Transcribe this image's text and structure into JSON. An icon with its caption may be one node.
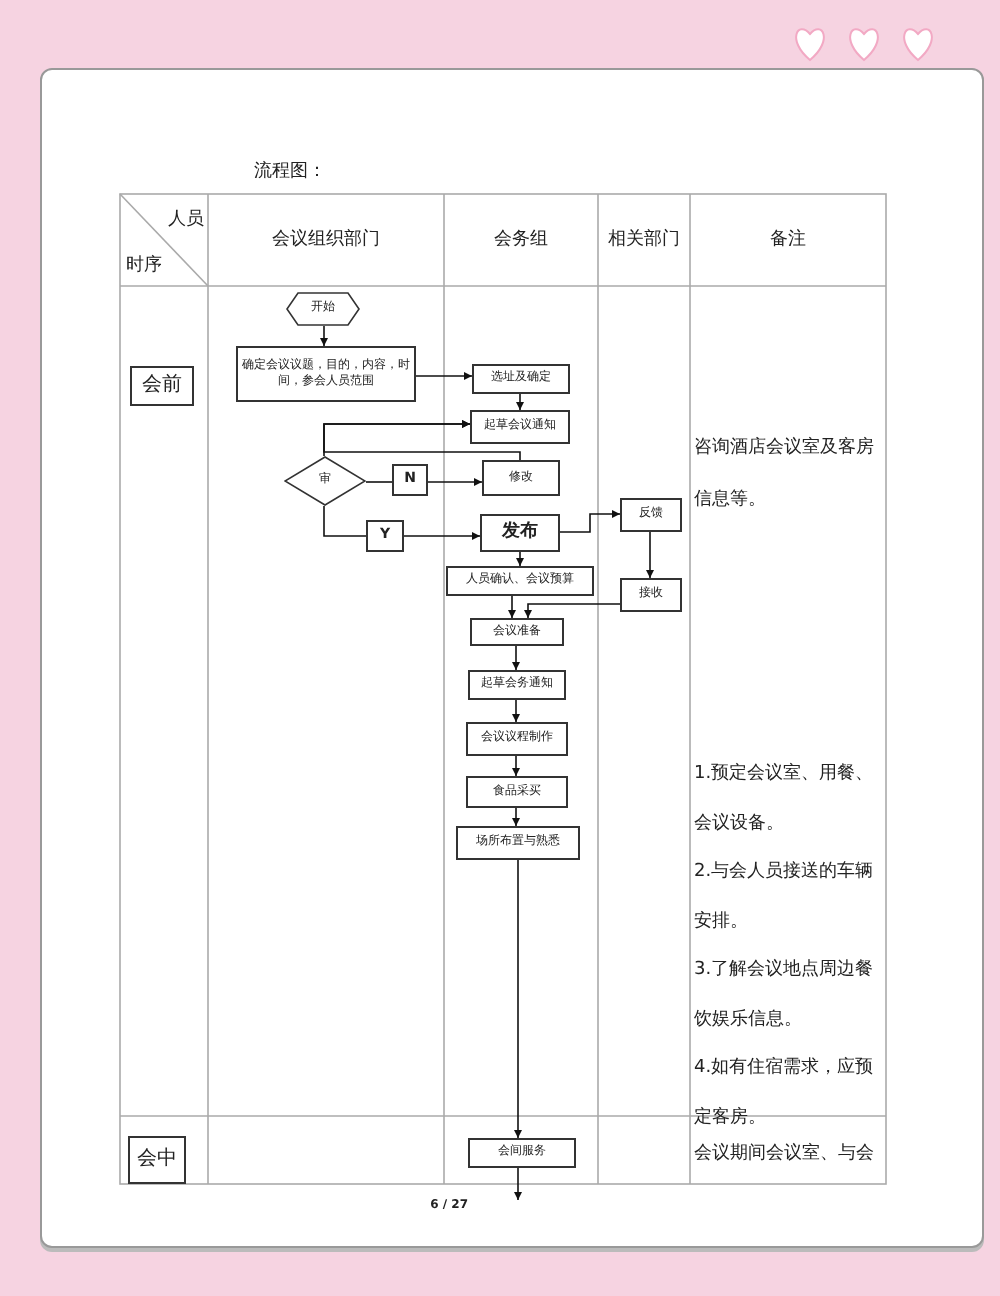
{
  "diagram": {
    "title": "流程图：",
    "nodes": [
      {
        "text": [
          "会前"
        ]
      },
      {
        "text": [
          "开始"
        ]
      },
      {
        "text": [
          "确定会议议题，目的，内容，时间，参会人员范围"
        ]
      },
      {
        "text": [
          "选址及确定"
        ]
      },
      {
        "text": [
          "起草会议通知"
        ]
      },
      {
        "text": [
          "审"
        ]
      },
      {
        "text": [
          "N"
        ]
      },
      {
        "text": [
          "修改"
        ]
      },
      {
        "text": [
          "Y"
        ]
      },
      {
        "text": [
          "发布"
        ]
      },
      {
        "text": [
          "反馈"
        ]
      },
      {
        "text": [
          "人员确认、会议预算"
        ]
      },
      {
        "text": [
          "接收"
        ]
      },
      {
        "text": [
          "会议准备"
        ]
      },
      {
        "text": [
          "起草会务通知"
        ]
      },
      {
        "text": [
          "会议议程制作"
        ]
      },
      {
        "text": [
          "食品采买"
        ]
      },
      {
        "text": [
          "场所布置与熟悉"
        ]
      },
      {
        "text": [
          "会中"
        ]
      },
      {
        "text": [
          "会间服务"
        ]
      }
    ],
    "edges": [
      {
        "from": 1,
        "to": 2,
        "arrow": "to"
      },
      {
        "from": 2,
        "to": 3,
        "arrow": "to"
      },
      {
        "from": 3,
        "to": 4,
        "arrow": "to"
      },
      {
        "from": 5,
        "to": 4,
        "arrow": "to"
      },
      {
        "from": 5,
        "to": 6,
        "arrow": "none"
      },
      {
        "from": 6,
        "to": 7,
        "arrow": "to"
      },
      {
        "from": 7,
        "to": 4,
        "arrow": "to"
      },
      {
        "from": 5,
        "to": 8,
        "arrow": "none"
      },
      {
        "from": 8,
        "to": 9,
        "arrow": "to"
      },
      {
        "from": 9,
        "to": 10,
        "arrow": "to"
      },
      {
        "from": 10,
        "to": 12,
        "arrow": "to"
      },
      {
        "from": 9,
        "to": 11,
        "arrow": "to"
      },
      {
        "from": 12,
        "to": 13,
        "arrow": "to"
      },
      {
        "from": 11,
        "to": 13,
        "arrow": "to"
      },
      {
        "from": 13,
        "to": 14,
        "arrow": "to"
      },
      {
        "from": 14,
        "to": 15,
        "arrow": "to"
      },
      {
        "from": 15,
        "to": 16,
        "arrow": "to"
      },
      {
        "from": 16,
        "to": 17,
        "arrow": "to"
      },
      {
        "from": 17,
        "to": 19,
        "arrow": "to"
      },
      {
        "from": 19,
        "to": null,
        "arrow": "to"
      }
    ],
    "labels": [
      "人员",
      "时序",
      "会议组织部门",
      "会务组",
      "相关部门",
      "备注",
      "咨询酒店会议室及客房信息等。",
      "1.预定会议室、用餐、会议设备。",
      "2.与会人员接送的车辆安排。",
      "3.了解会议地点周边餐饮娱乐信息。",
      "4.如有住宿需求，应预定客房。",
      "会议期间会议室、与会",
      "6 / 27"
    ]
  }
}
